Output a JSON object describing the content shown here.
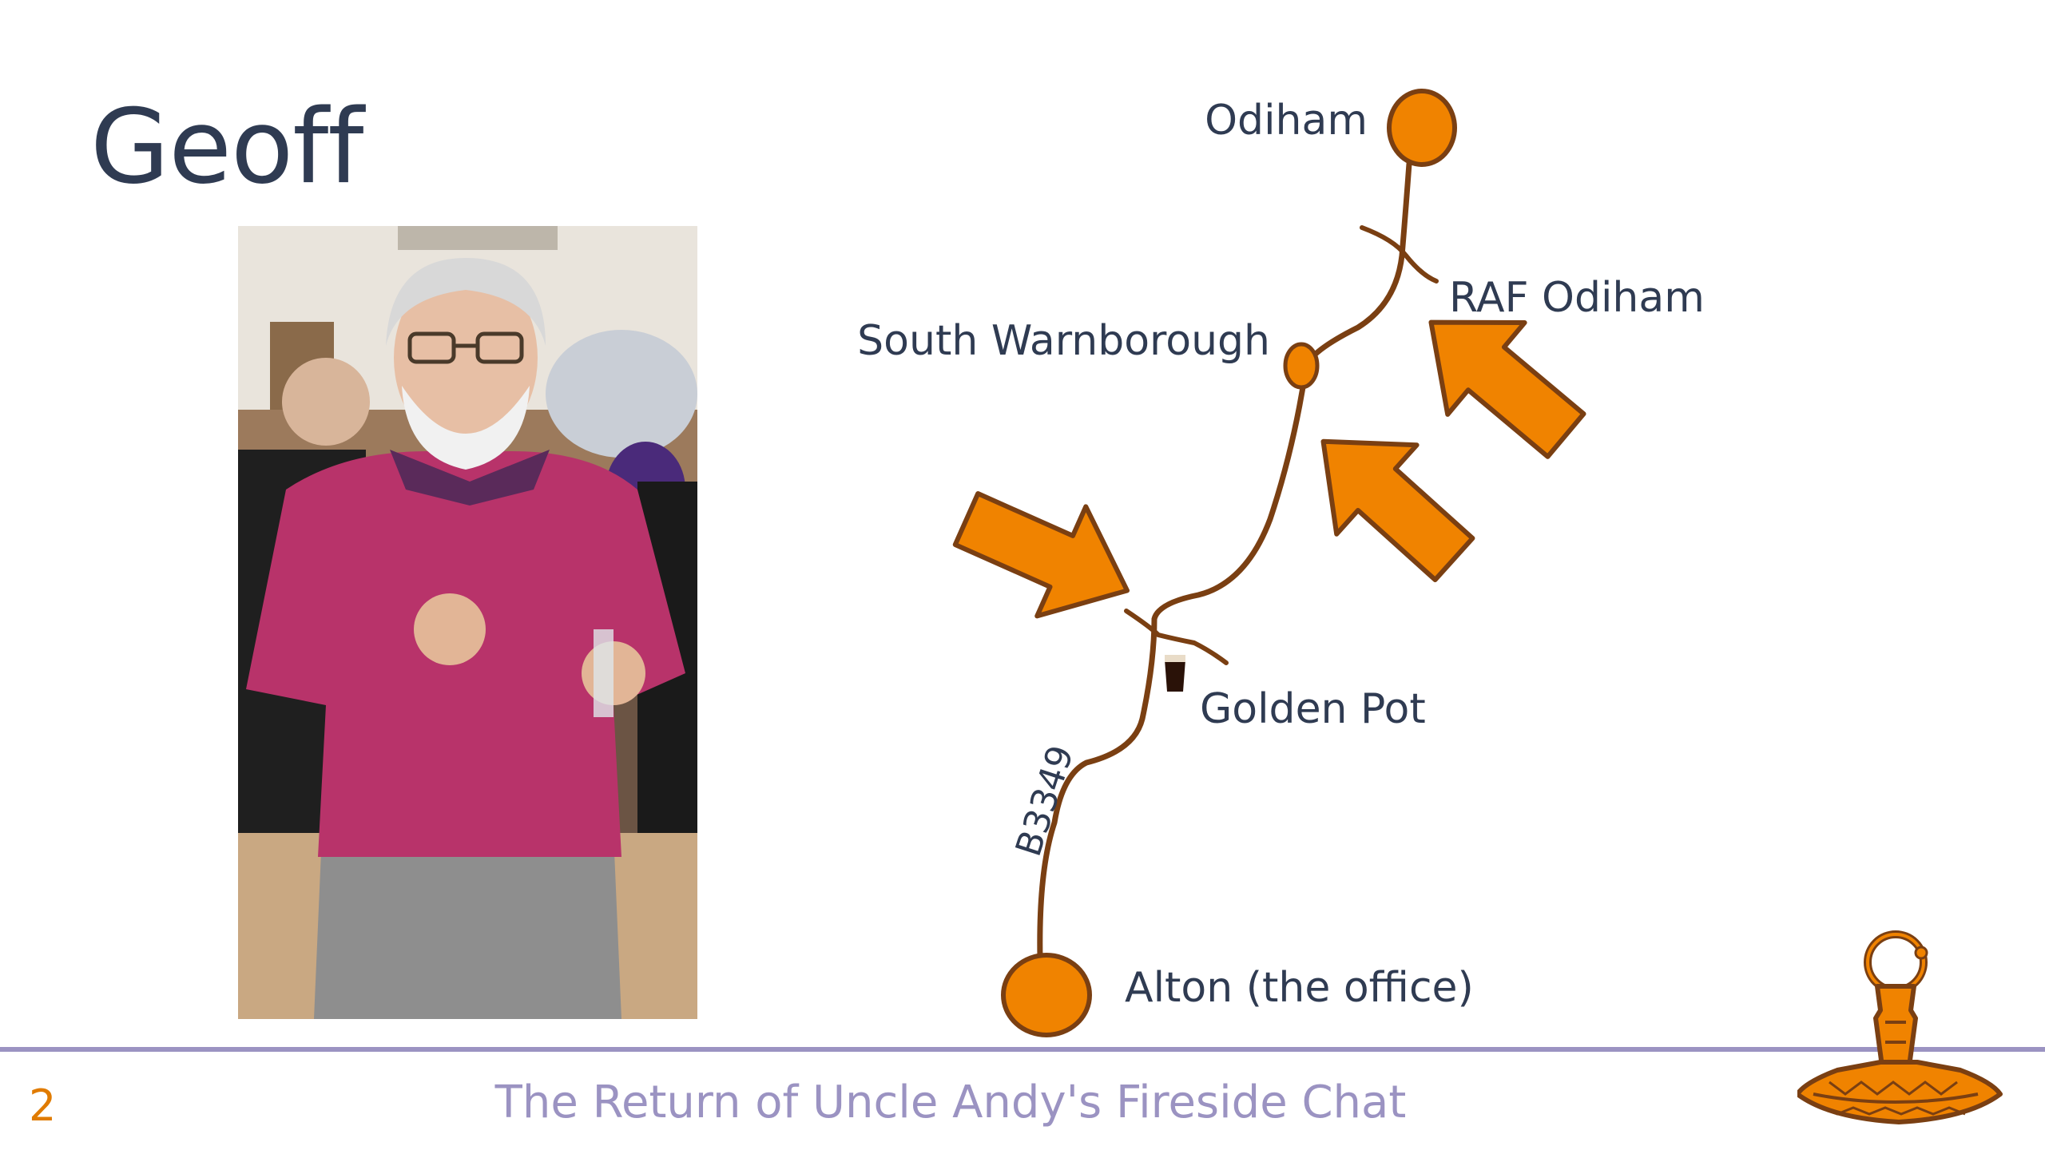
{
  "slide": {
    "title": "Geoff",
    "page_number": "2",
    "footer_text": "The Return of Uncle Andy's Fireside Chat"
  },
  "map": {
    "places": {
      "odiham": "Odiham",
      "raf_odiham": "RAF Odiham",
      "south_warnborough": "South Warnborough",
      "golden_pot": "Golden Pot",
      "alton": "Alton (the office)"
    },
    "road_label": "B3349"
  },
  "colors": {
    "title": "#2f3b52",
    "accent_orange": "#f08300",
    "road_brown": "#7a3f12",
    "footer_purple": "#9b93c2",
    "page_number_orange": "#e07b00"
  },
  "icons": {
    "pub": "pint-glass-icon",
    "logo": "thors-hammer-logo"
  }
}
